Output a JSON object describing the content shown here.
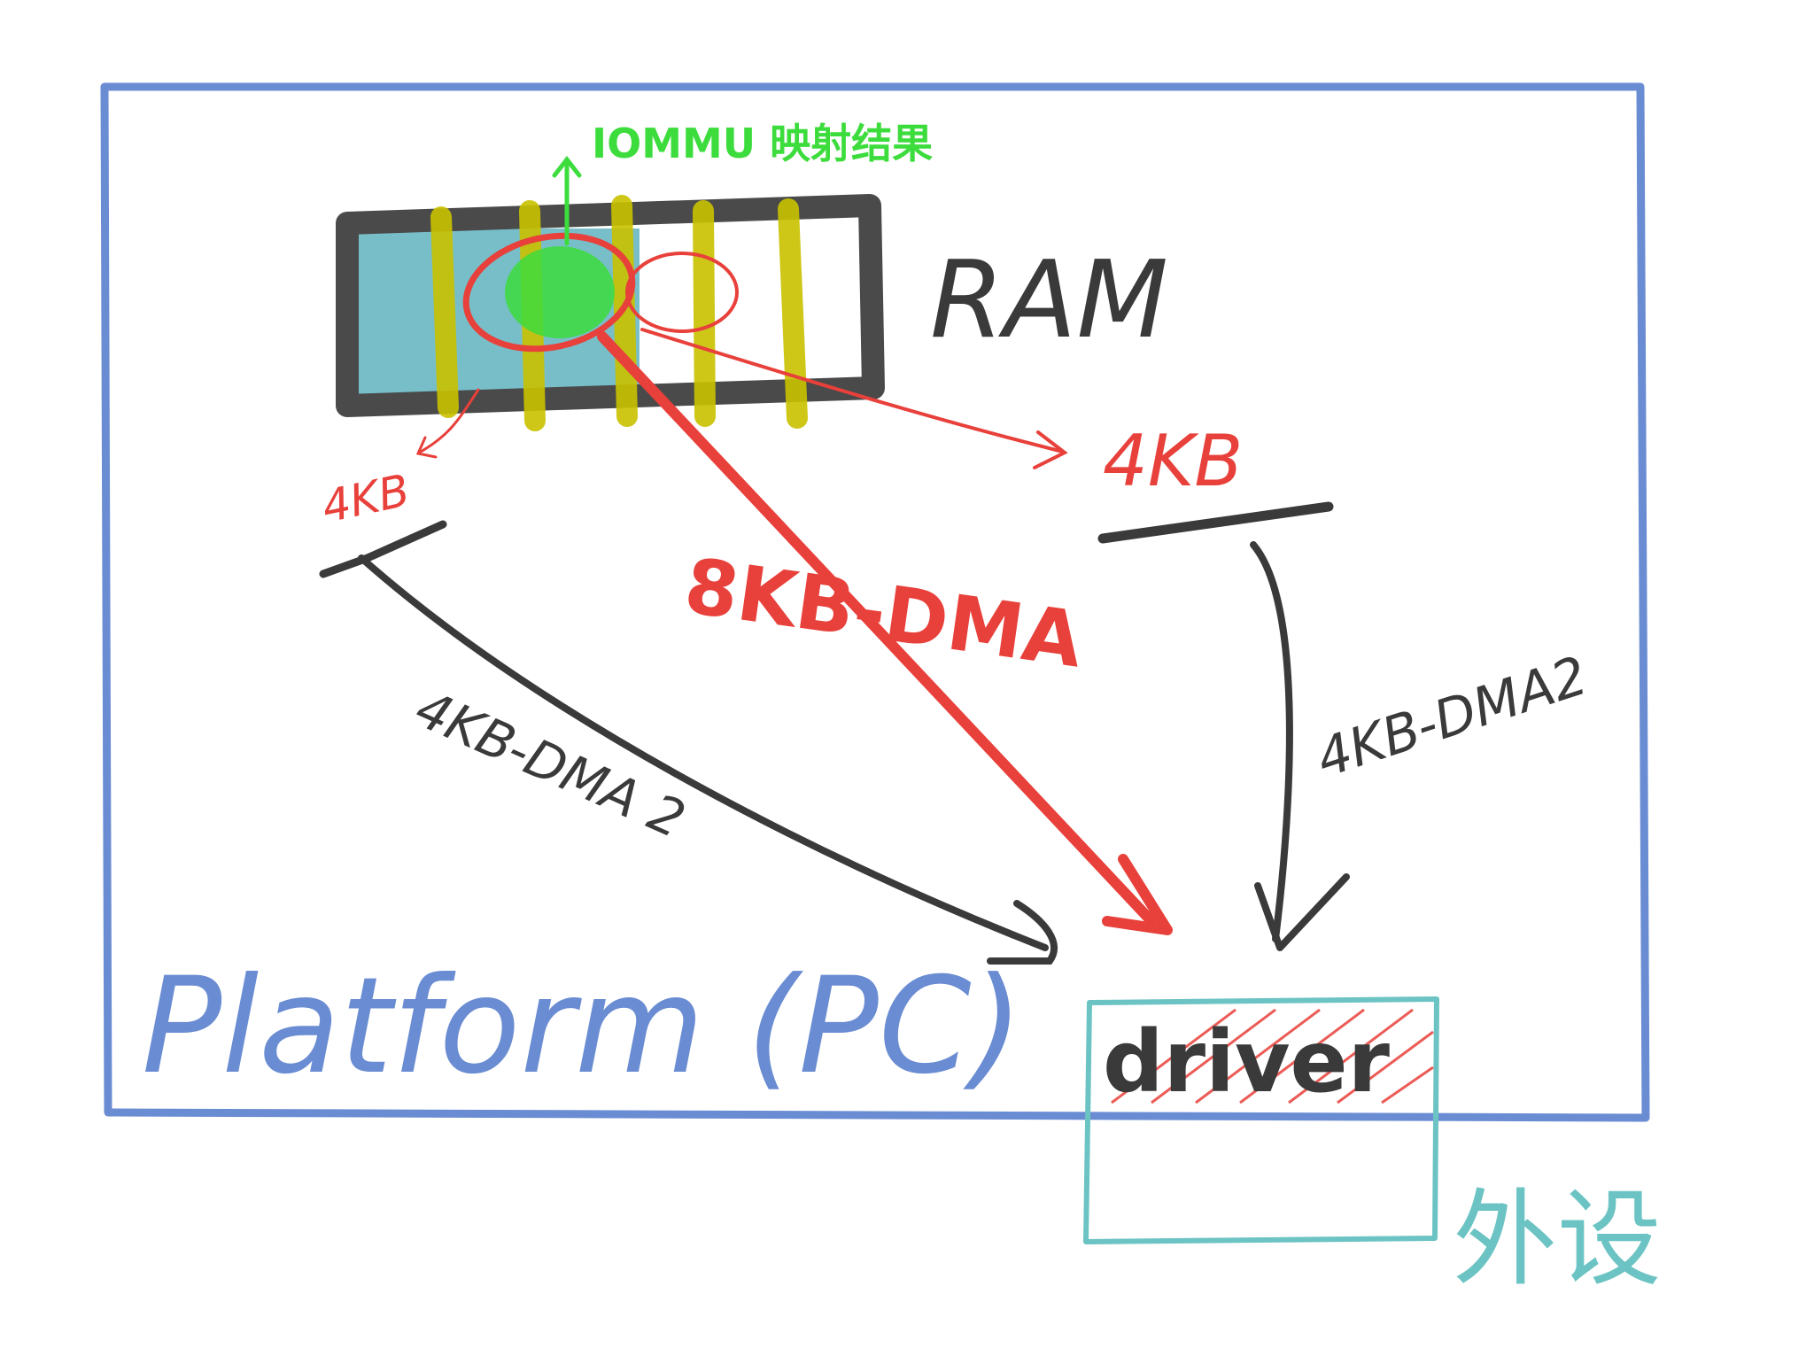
{
  "labels": {
    "ram": "RAM",
    "iommu": "IOMMU 映射结果",
    "chunk_left": "4KB",
    "chunk_right": "4KB",
    "dma_main": "8KB-DMA",
    "dma_left": "4KB-DMA 2",
    "dma_right": "4KB-DMA2",
    "platform": "Platform (PC)",
    "driver": "driver",
    "peripheral": "外设"
  },
  "colors": {
    "platform_border": "#6a8cd2",
    "ram_frame": "#4a4a4a",
    "ram_fill": "#5fb3c0",
    "stripe": "#c9c200",
    "iommu": "#3ddc3d",
    "dma_red": "#e8403a",
    "dma_black": "#3a3a3a",
    "peripheral": "#6cc3c3"
  }
}
